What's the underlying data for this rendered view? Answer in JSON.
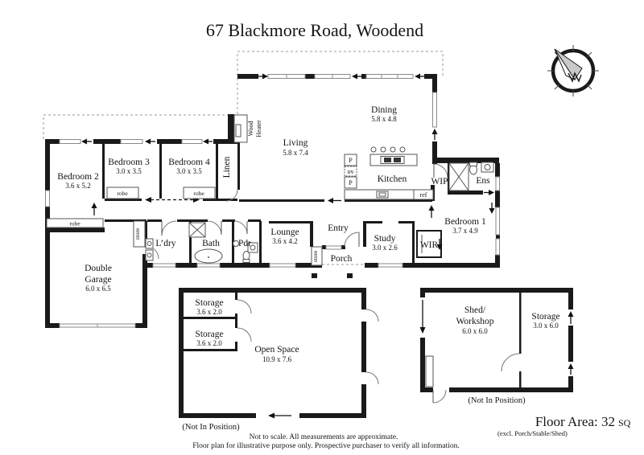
{
  "title": "67 Blackmore Road, Woodend",
  "colors": {
    "wall": "#1a1a1a",
    "paper": "#ffffff"
  },
  "house": {
    "living": {
      "name": "Living",
      "dims": "5.8 x 7.4"
    },
    "dining": {
      "name": "Dining",
      "dims": "5.8 x 4.8"
    },
    "kitchen": {
      "name": "Kitchen"
    },
    "bedroom1": {
      "name": "Bedroom 1",
      "dims": "3.7 x 4.9"
    },
    "bedroom2": {
      "name": "Bedroom 2",
      "dims": "3.6 x 5.2"
    },
    "bedroom3": {
      "name": "Bedroom 3",
      "dims": "3.0 x 3.5"
    },
    "bedroom4": {
      "name": "Bedroom 4",
      "dims": "3.0 x 3.5"
    },
    "study": {
      "name": "Study",
      "dims": "3.0 x 2.6"
    },
    "lounge": {
      "name": "Lounge",
      "dims": "3.6 x 4.2"
    },
    "garage": {
      "name_line1": "Double",
      "name_line2": "Garage",
      "dims": "6.0 x 6.5"
    },
    "entry": "Entry",
    "porch": "Porch",
    "bath": "Bath",
    "pdr": "Pdr",
    "ldry": "L’dry",
    "linen": "Linen",
    "ens": "Ens",
    "wip": "WIP",
    "wir": "WIR",
    "wood_heater_line1": "Wood",
    "wood_heater_line2": "Heater",
    "robe": "robe",
    "store": "store",
    "ref": "ref",
    "pantry": "P",
    "oven": "ov"
  },
  "outbuildings": {
    "open_space": {
      "name": "Open Space",
      "dims": "10.9 x 7.6"
    },
    "storage_a": {
      "name": "Storage",
      "dims": "3.6 x 2.0"
    },
    "storage_b": {
      "name": "Storage",
      "dims": "3.6 x 2.0"
    },
    "shed": {
      "name_line1": "Shed/",
      "name_line2": "Workshop",
      "dims": "6.0 x 6.0"
    },
    "storage_c": {
      "name": "Storage",
      "dims": "3.0 x 6.0"
    },
    "not_in_position": "(Not In Position)"
  },
  "footer": {
    "floor_area_label": "Floor Area: 32",
    "floor_area_unit": "SQ",
    "floor_area_note": "(excl. Porch/Stable/Shed)",
    "disclaimer_line1": "Not to scale. All measurements are approximate.",
    "disclaimer_line2": "Floor plan for illustrative purpose only. Prospective purchaser to verify all information."
  }
}
